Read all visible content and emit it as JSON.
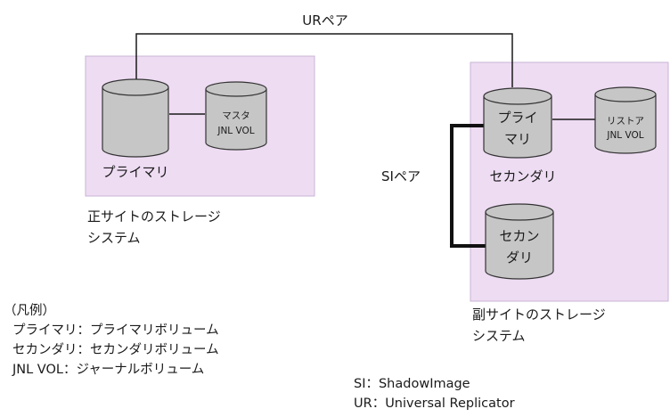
{
  "diagram": {
    "ur_pair_label": "URペア",
    "si_pair_label": "SIペア",
    "primary_site": {
      "label_line1": "正サイトのストレージ",
      "label_line2": "システム",
      "primary_volume": "プライマリ",
      "master_jnl_line1": "マスタ",
      "master_jnl_line2": "JNL VOL"
    },
    "secondary_site": {
      "label_line1": "副サイトのストレージ",
      "label_line2": "システム",
      "secondary_volume_below": "セカンダリ",
      "si_primary_line1": "プライ",
      "si_primary_line2": "マリ",
      "si_secondary_line1": "セカン",
      "si_secondary_line2": "ダリ",
      "restore_jnl_line1": "リストア",
      "restore_jnl_line2": "JNL VOL"
    }
  },
  "legend": {
    "title": "（凡例）",
    "items": [
      "プライマリ：プライマリボリューム",
      "セカンダリ：セカンダリボリューム",
      "JNL VOL：ジャーナルボリューム"
    ],
    "abbreviations": [
      "SI：ShadowImage",
      "UR：Universal Replicator"
    ]
  },
  "colors": {
    "site_fill": "#eedcf3",
    "site_border": "#c9b3d6",
    "cylinder_fill": "#c6c6c6",
    "cylinder_stroke": "#333333",
    "line": "#1a1a1a"
  }
}
